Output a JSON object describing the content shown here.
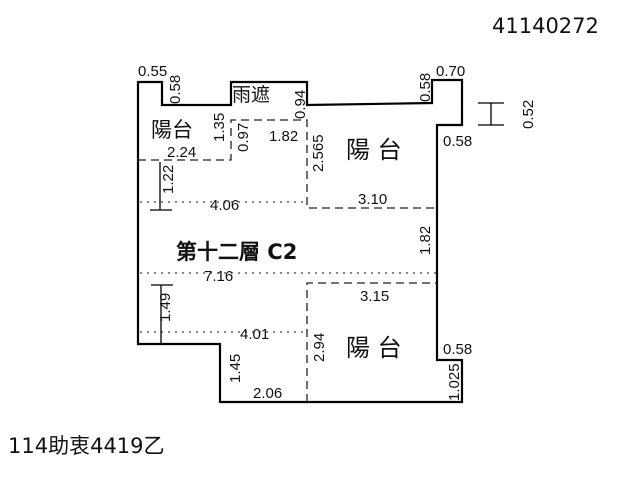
{
  "document_id": "41140272",
  "footer_code": "114助衷4419乙",
  "floor_label": "第十二層 C2",
  "rooms": {
    "balcony_top_left": "陽台",
    "canopy": "雨遮",
    "balcony_top_right": "陽 台",
    "balcony_bottom_right": "陽 台"
  },
  "dimensions": {
    "top_left_corner": "0.55",
    "left_step": "0.58",
    "canopy_depth": "0.94",
    "right_step": "0.58",
    "top_right_corner": "0.70",
    "right_notch_depth": "0.58",
    "right_symbol": "0.52",
    "balcony_left_depth": "1.35",
    "canopy_inner_depth": "0.97",
    "canopy_width": "1.82",
    "balcony_left_width": "2.24",
    "balcony_right_depth": "2.565",
    "left_offset_1": "1.22",
    "width_upper": "4.06",
    "balcony_right_width": "3.10",
    "right_wall_segment": "1.82",
    "total_width": "7.16",
    "balcony_bottom_width": "3.15",
    "left_offset_2": "1.49",
    "width_lower": "4.01",
    "balcony_bottom_depth": "2.94",
    "lower_notch": "0.58",
    "bottom_step_height": "1.45",
    "bottom_width": "2.06",
    "bottom_right_height": "1.025"
  }
}
